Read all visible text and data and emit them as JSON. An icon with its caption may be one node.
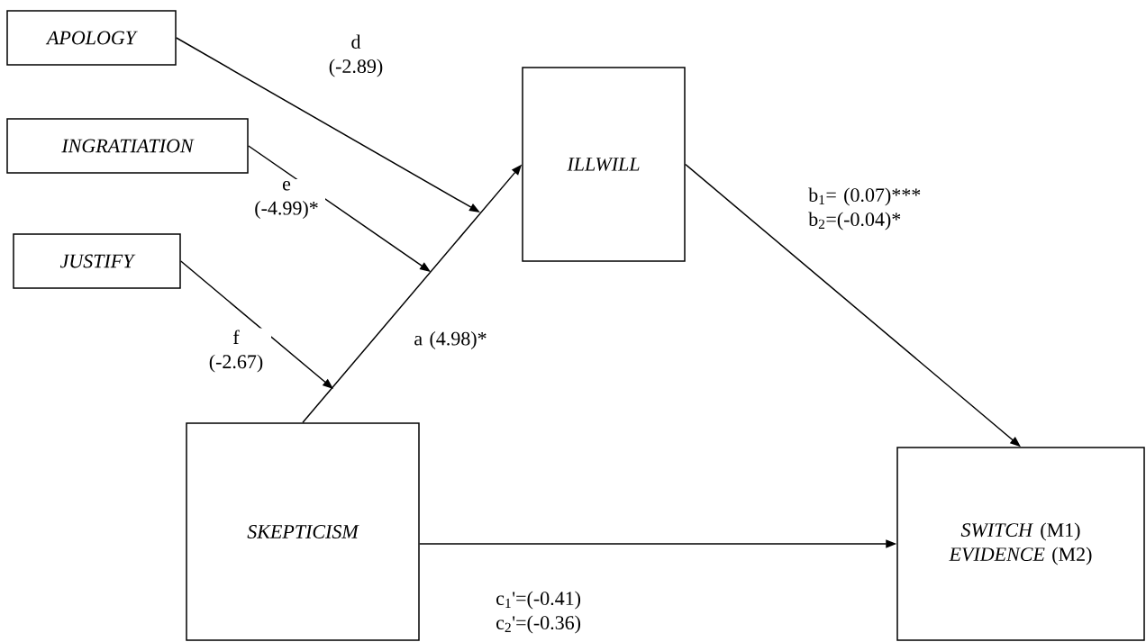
{
  "diagram": {
    "nodes": [
      {
        "text": [
          "APOLOGY"
        ]
      },
      {
        "text": [
          "INGRATIATION"
        ]
      },
      {
        "text": [
          "ILLWILL"
        ]
      },
      {
        "text": [
          "JUSTIFY"
        ]
      },
      {
        "text": [
          "SKEPTICISM"
        ]
      },
      {
        "text": [
          "*SWITCH* (M1) *EVIDENCE* (M2)"
        ]
      }
    ],
    "edges": [
      {
        "from": 4,
        "to": 2,
        "arrow": "to",
        "label": "a (4.98)*"
      },
      {
        "from": 0,
        "to": null,
        "arrow": "to",
        "label": "d (-2.89)"
      },
      {
        "from": 1,
        "to": null,
        "arrow": "to",
        "label": "e (-4.99)*"
      },
      {
        "from": 3,
        "to": null,
        "arrow": "to",
        "label": "f (-2.67)"
      },
      {
        "from": 2,
        "to": 5,
        "arrow": "to",
        "label": "b$_{1}$= (0.07)*** b$_{2}$=(-0.04)*"
      },
      {
        "from": 4,
        "to": 5,
        "arrow": "to",
        "label": "c$_{1}$'=(-0.41) c$_{2}$'=(-0.36)"
      }
    ]
  }
}
